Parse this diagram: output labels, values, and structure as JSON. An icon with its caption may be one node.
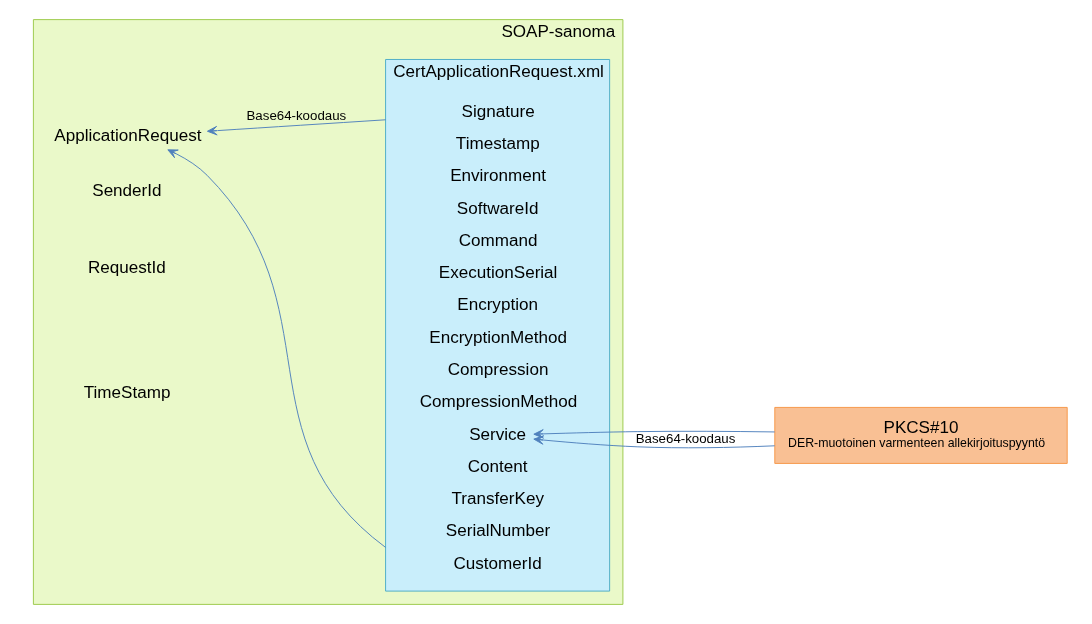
{
  "diagram": {
    "nodes": [
      {
        "text": [
          "SOAP-sanoma"
        ]
      },
      {
        "text": [
          "SenderId"
        ],
        "in": 0
      },
      {
        "text": [
          "RequestId"
        ],
        "in": 0
      },
      {
        "text": [
          "TimeStamp"
        ],
        "in": 0
      },
      {
        "text": [
          "ApplicationRequest"
        ],
        "in": 0
      },
      {
        "text": [
          "CertApplicationRequest.xml"
        ],
        "in": 0
      },
      {
        "text": [
          "CustomerId"
        ],
        "in": 5
      },
      {
        "text": [
          "Timestamp"
        ],
        "in": 5
      },
      {
        "text": [
          "Environment"
        ],
        "in": 5
      },
      {
        "text": [
          "SoftwareId"
        ],
        "in": 5
      },
      {
        "text": [
          "Command"
        ],
        "in": 5
      },
      {
        "text": [
          "ExecutionSerial"
        ],
        "in": 5
      },
      {
        "text": [
          "Encryption"
        ],
        "in": 5
      },
      {
        "text": [
          "EncryptionMethod"
        ],
        "in": 5
      },
      {
        "text": [
          "Compression"
        ],
        "in": 5
      },
      {
        "text": [
          "CompressionMethod"
        ],
        "in": 5
      },
      {
        "text": [
          "Service"
        ],
        "in": 5
      },
      {
        "text": [
          "Content"
        ],
        "in": 5
      },
      {
        "text": [
          "TransferKey"
        ],
        "in": 5
      },
      {
        "text": [
          "SerialNumber"
        ],
        "in": 5
      },
      {
        "text": [
          "Signature"
        ],
        "in": 5
      },
      {
        "text": [
          "PKCS#10",
          "DER-muotoinen varmenteen allekirjoituspyyntö"
        ]
      }
    ],
    "edges": [
      {
        "from": 5,
        "to": 4,
        "arrow": "to"
      },
      {
        "from": 5,
        "to": 4,
        "arrow": "to",
        "label": "Base64-koodaus"
      },
      {
        "from": 21,
        "to": 16,
        "arrow": "to"
      },
      {
        "from": 21,
        "to": 16,
        "arrow": "to",
        "label": "Base64-koodaus"
      }
    ]
  }
}
